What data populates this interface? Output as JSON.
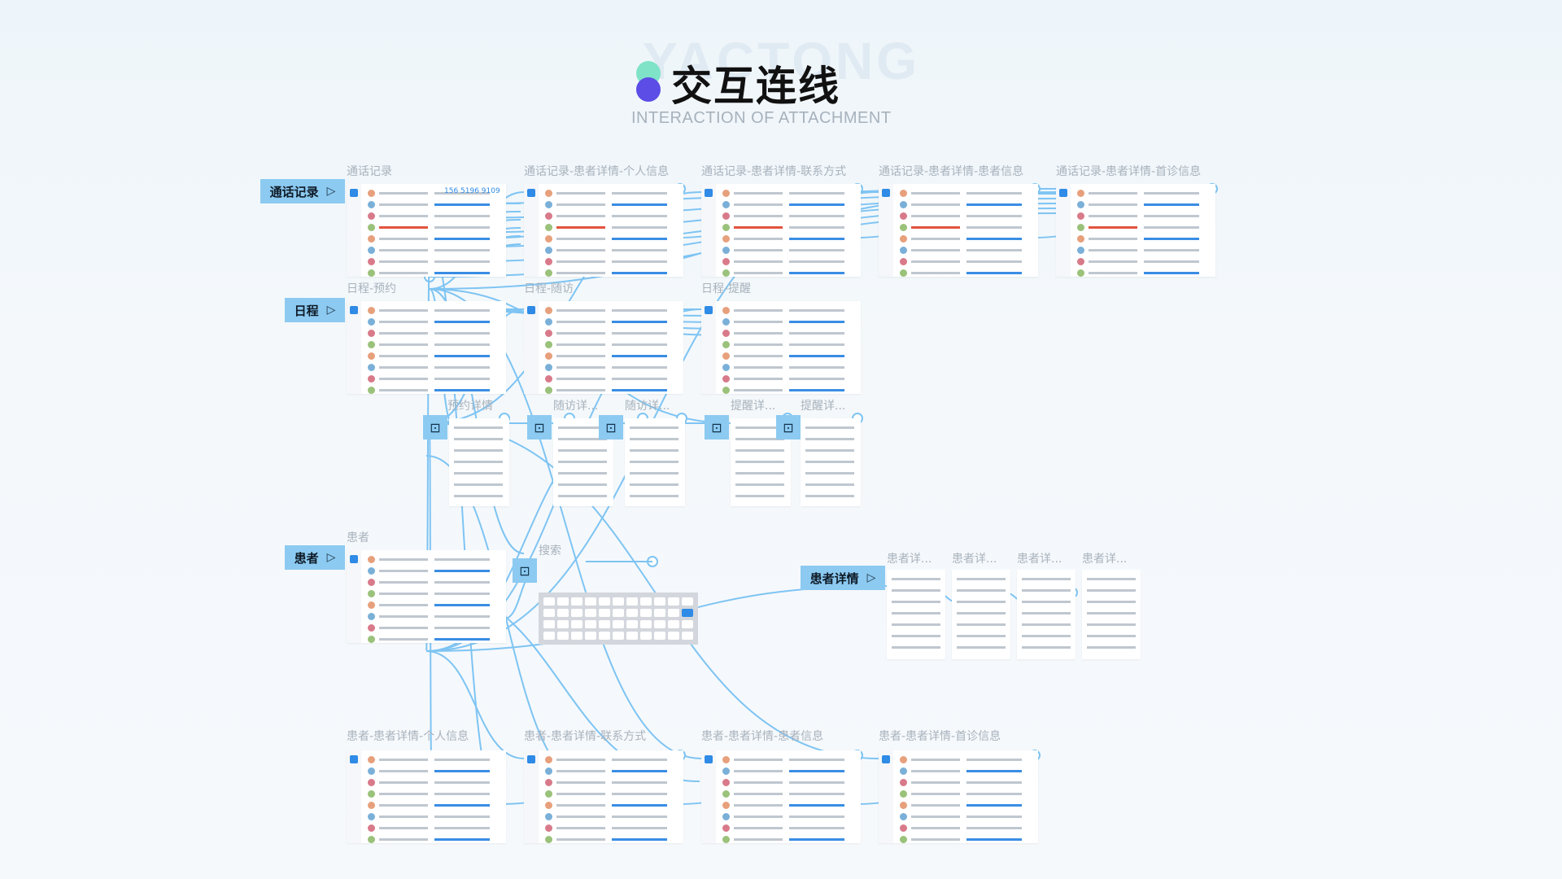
{
  "header": {
    "watermark": "YACTONG",
    "title": "交互连线",
    "subtitle": "INTERACTION OF ATTACHMENT"
  },
  "colors": {
    "link": "#7ec4f3",
    "tag": "#8ccaf1",
    "accent": "#3a8de4"
  },
  "tags": [
    {
      "id": "tag-call-records",
      "label": "通话记录"
    },
    {
      "id": "tag-schedule",
      "label": "日程"
    },
    {
      "id": "tag-patients",
      "label": "患者"
    },
    {
      "id": "tag-patient-detail",
      "label": "患者详情"
    }
  ],
  "screens": [
    {
      "label": "通话记录",
      "phone": "156 5196 9109"
    },
    {
      "label": "通话记录-患者详情-个人信息"
    },
    {
      "label": "通话记录-患者详情-联系方式"
    },
    {
      "label": "通话记录-患者详情-患者信息"
    },
    {
      "label": "通话记录-患者详情-首诊信息"
    },
    {
      "label": "日程-预约"
    },
    {
      "label": "日程-随访"
    },
    {
      "label": "日程-提醒"
    },
    {
      "label": "预约详情"
    },
    {
      "label": "随访详..."
    },
    {
      "label": "随访详..."
    },
    {
      "label": "提醒详..."
    },
    {
      "label": "提醒详..."
    },
    {
      "label": "患者"
    },
    {
      "label": "搜索"
    },
    {
      "label": "患者详..."
    },
    {
      "label": "患者详..."
    },
    {
      "label": "患者详..."
    },
    {
      "label": "患者详..."
    },
    {
      "label": "患者-患者详情-个人信息"
    },
    {
      "label": "患者-患者详情-联系方式"
    },
    {
      "label": "患者-患者详情-患者信息"
    },
    {
      "label": "患者-患者详情-首诊信息"
    }
  ]
}
